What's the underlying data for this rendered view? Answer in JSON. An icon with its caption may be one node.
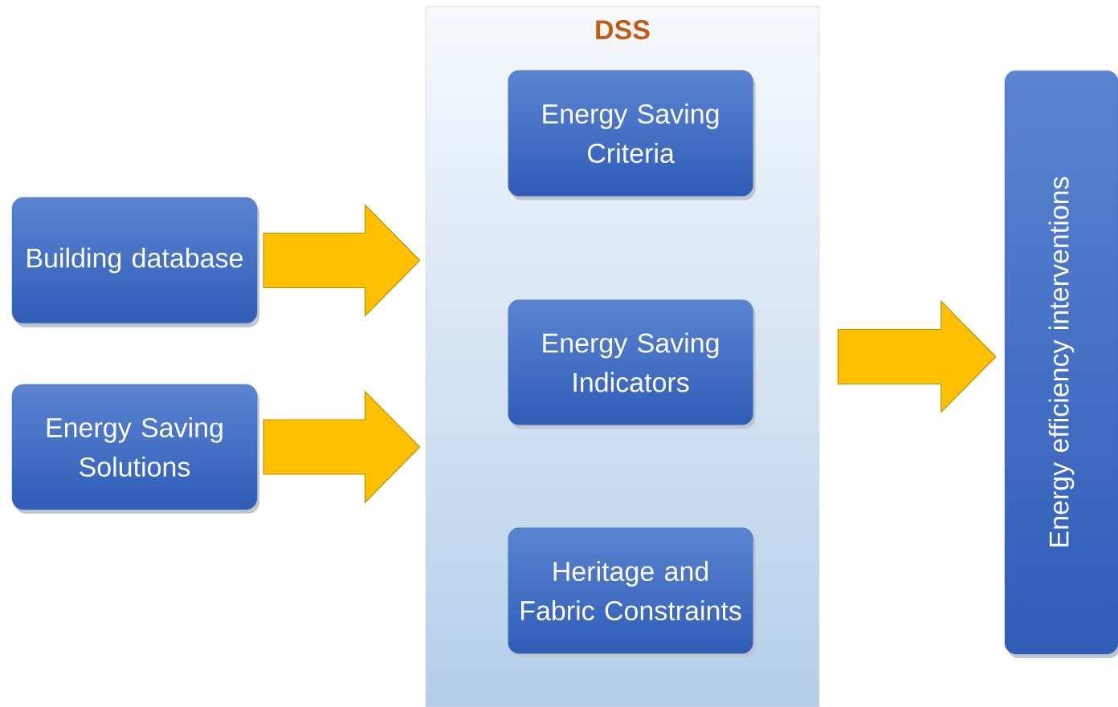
{
  "diagram": {
    "nodes": [
      {
        "text": [
          "DSS"
        ]
      },
      {
        "text": [
          "Energy Saving Criteria"
        ],
        "in": 0
      },
      {
        "text": [
          "Energy Saving Indicators"
        ],
        "in": 0
      },
      {
        "text": [
          "Heritage and Fabric Constraints"
        ],
        "in": 0
      },
      {
        "text": [
          "Building database"
        ]
      },
      {
        "text": [
          "Energy Saving Solutions"
        ]
      },
      {
        "text": [
          "Energy efficiency interventions"
        ]
      }
    ],
    "edges": [
      {
        "from": 4,
        "to": 0,
        "arrow": "to"
      },
      {
        "from": 5,
        "to": 0,
        "arrow": "to"
      },
      {
        "from": 0,
        "to": 6,
        "arrow": "to"
      }
    ]
  }
}
